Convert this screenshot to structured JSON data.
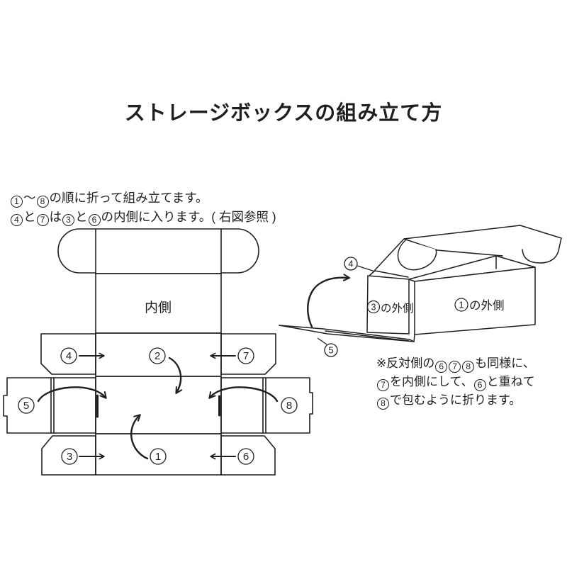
{
  "title": "ストレージボックスの組み立て方",
  "instructions": {
    "line1": "①〜⑧の順に折って組み立てます。",
    "line2": "④と⑦は③と⑥の内側に入ります。( 右図参照 )"
  },
  "flat_template": {
    "inner_label": "内側",
    "numbers": {
      "n1": "1",
      "n2": "2",
      "n3": "3",
      "n4": "4",
      "n5": "5",
      "n6": "6",
      "n7": "7",
      "n8": "8"
    }
  },
  "assembled_box": {
    "flap_top_num": "4",
    "flap_bottom_num": "5",
    "left_panel_num": "3",
    "left_panel_suffix": "の外側",
    "front_panel_num": "1",
    "front_panel_suffix": "の外側"
  },
  "note": {
    "line1": "※反対側の⑥⑦⑧も同様に、",
    "line2": "⑦を内側にして、⑥と重ねて",
    "line3": "⑧で包むように折ります。"
  },
  "colors": {
    "line": "#1f1f1f",
    "background": "#ffffff"
  }
}
